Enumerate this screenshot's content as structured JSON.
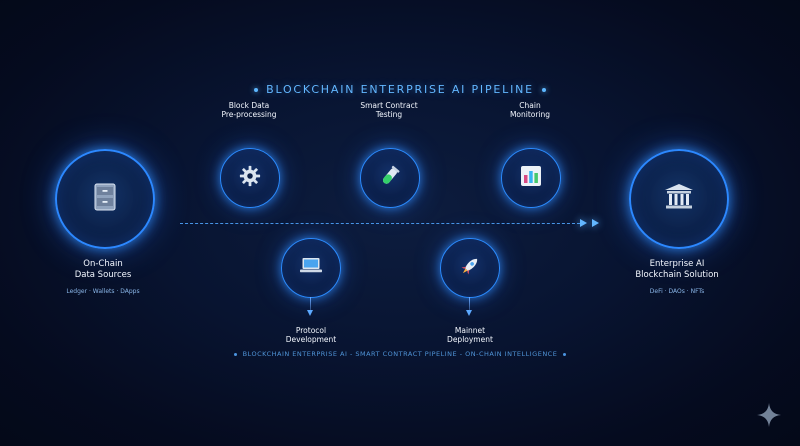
{
  "header": {
    "title": "BLOCKCHAIN ENTERPRISE AI PIPELINE"
  },
  "footer": {
    "text": "BLOCKCHAIN ENTERPRISE AI - SMART CONTRACT PIPELINE - ON-CHAIN INTELLIGENCE"
  },
  "source": {
    "title_line1": "On-Chain",
    "title_line2": "Data Sources",
    "subtitle": "Ledger · Wallets · DApps",
    "icon": "file-cabinet-icon"
  },
  "destination": {
    "title_line1": "Enterprise AI",
    "title_line2": "Blockchain Solution",
    "subtitle": "DeFi · DAOs · NFTs",
    "icon": "bank-icon"
  },
  "top_steps": [
    {
      "line1": "Block Data",
      "line2": "Pre-processing",
      "icon": "gear-icon"
    },
    {
      "line1": "Smart Contract",
      "line2": "Testing",
      "icon": "test-tube-icon"
    },
    {
      "line1": "Chain",
      "line2": "Monitoring",
      "icon": "bar-chart-icon"
    }
  ],
  "bottom_steps": [
    {
      "line1": "Protocol",
      "line2": "Development",
      "icon": "laptop-icon"
    },
    {
      "line1": "Mainnet",
      "line2": "Deployment",
      "icon": "rocket-icon"
    }
  ],
  "colors": {
    "background": "#071330",
    "accent": "#2c88ff",
    "accent_light": "#63b7ff",
    "text": "#f4f8ff",
    "subtext": "#8ab6e8"
  }
}
